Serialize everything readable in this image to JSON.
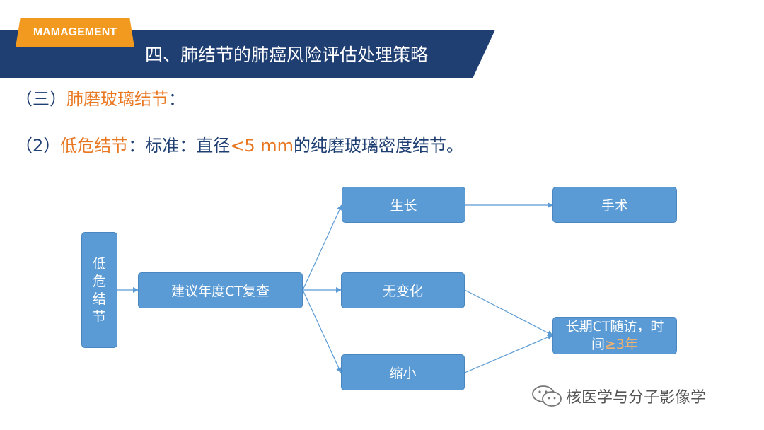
{
  "header": {
    "tag": "MAMAGEMENT",
    "title": "四、肺结节的肺癌风险评估处理策略"
  },
  "section": {
    "prefix": "（三）",
    "title": "肺磨玻璃结节",
    "suffix": "："
  },
  "criteria": {
    "prefix": "（2）",
    "label": "低危结节",
    "middle": "：标准：直径",
    "threshold": "<5 mm",
    "suffix": "的纯磨玻璃密度结节。"
  },
  "flow": {
    "start_chars": [
      "低",
      "危",
      "结",
      "节"
    ],
    "step": "建议年度CT复查",
    "growth": "生长",
    "no_change": "无变化",
    "shrink": "缩小",
    "surgery": "手术",
    "followup_line1": "长期CT随访，时",
    "followup_line2_prefix": "间",
    "followup_line2_highlight": "≥3年"
  },
  "watermark": {
    "text": "核医学与分子影像学",
    "icon": "wechat-icon"
  },
  "colors": {
    "banner": "#1f3f73",
    "tag": "#f29a1f",
    "box": "#5b9bd5",
    "accent": "#e87722"
  }
}
